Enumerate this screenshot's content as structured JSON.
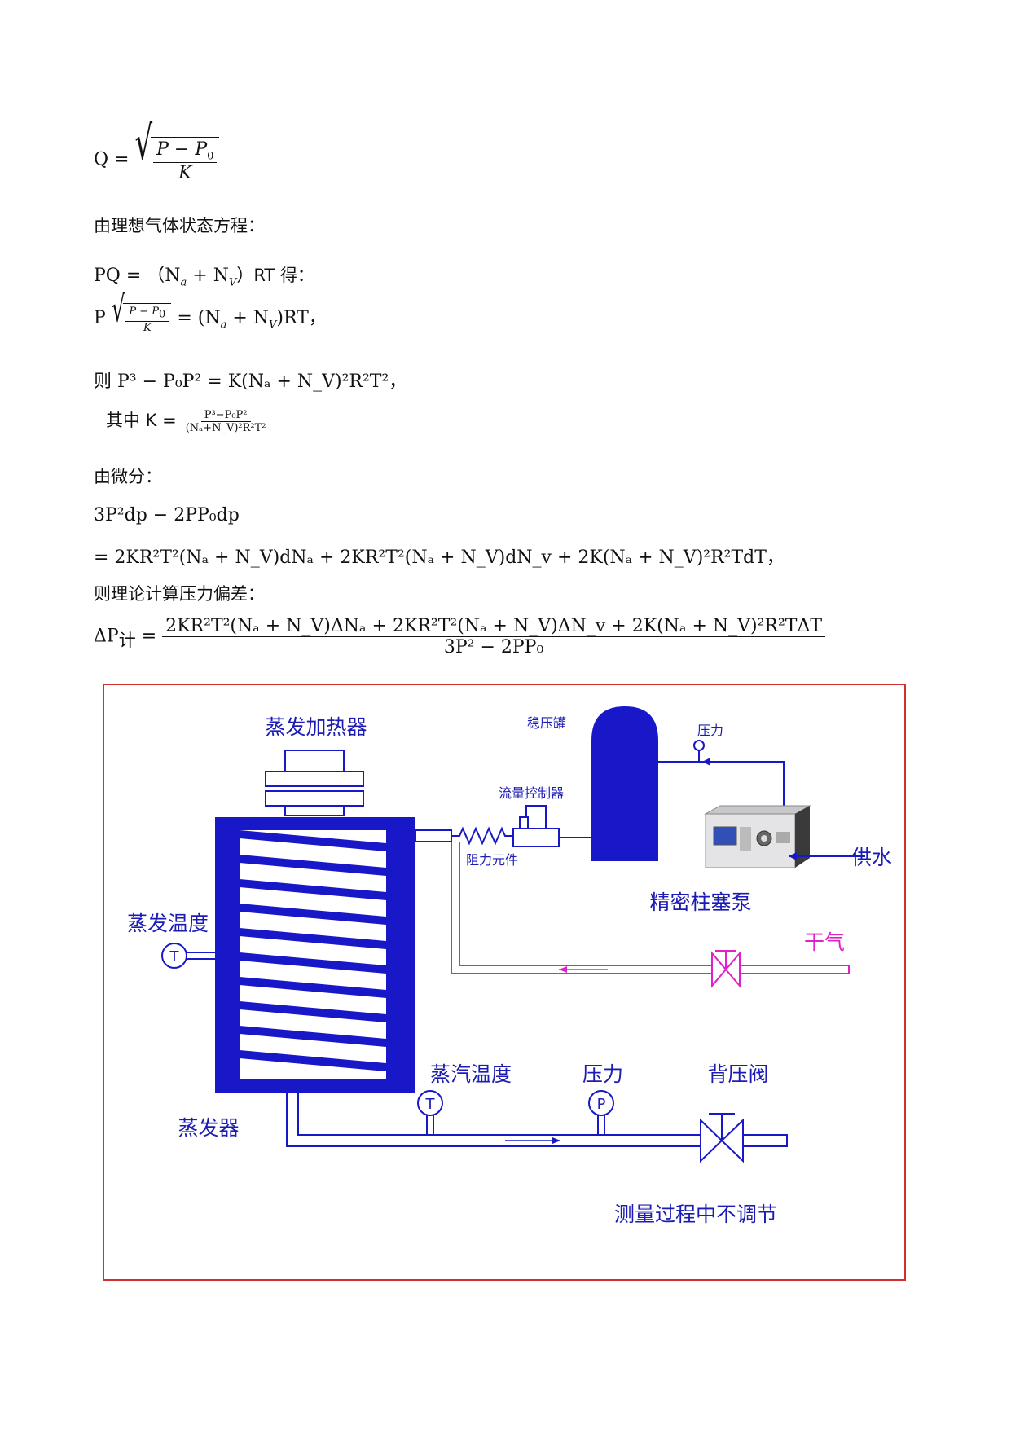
{
  "equations": {
    "q_lhs": "Q =",
    "q_num": "P − P",
    "q_num_sub": "0",
    "q_den": "K",
    "state_eq_intro": "由理想气体状态方程：",
    "pq_line": "PQ = （N",
    "pq_a": "a",
    "pq_plus": " + N",
    "pq_v": "V",
    "pq_tail": "）RT 得：",
    "p_prefix": "P",
    "p_rhs": "= (N",
    "p_rhs_a": "a",
    "p_rhs_plus": " + N",
    "p_rhs_v": "V",
    "p_rhs_tail": ")RT，",
    "then_line": "则 P³ − P₀P² = K(Nₐ + N_V)²R²T²，",
    "k_prefix": "其中  K =",
    "k_num": "P³−P₀P²",
    "k_den": "(Nₐ+N_V)²R²T²",
    "diff_intro": "由微分：",
    "diff_line1": "3P²dp − 2PP₀dp",
    "diff_line2": "= 2KR²T²(Nₐ + N_V)dNₐ + 2KR²T²(Nₐ + N_V)dN_v + 2K(Nₐ + N_V)²R²TdT，",
    "deviation_intro": "则理论计算压力偏差：",
    "dp_lhs": "ΔP",
    "dp_lhs_sub": "计",
    "dp_num": "2KR²T²(Nₐ + N_V)ΔNₐ + 2KR²T²(Nₐ + N_V)ΔN_v + 2K(Nₐ + N_V)²R²TΔT",
    "dp_den": "3P² − 2PP₀"
  },
  "diagram": {
    "colors": {
      "main": "#1818c8",
      "dry_gas": "#e020c8",
      "frame": "#d03030",
      "label": "#1c1cb4"
    },
    "labels": {
      "heater": "蒸发加热器",
      "stabilizer_tank": "稳压罐",
      "pressure_top": "压力",
      "flow_controller": "流量控制器",
      "resistance": "阻力元件",
      "water_supply": "供水",
      "plunger_pump": "精密柱塞泵",
      "evap_temp": "蒸发温度",
      "dry_gas": "干气",
      "steam_temp": "蒸汽温度",
      "pressure_bottom": "压力",
      "back_pressure_valve": "背压阀",
      "evaporator": "蒸发器",
      "no_adjust": "测量过程中不调节"
    },
    "gauge_letters": {
      "temp": "T",
      "pressure": "P"
    }
  }
}
